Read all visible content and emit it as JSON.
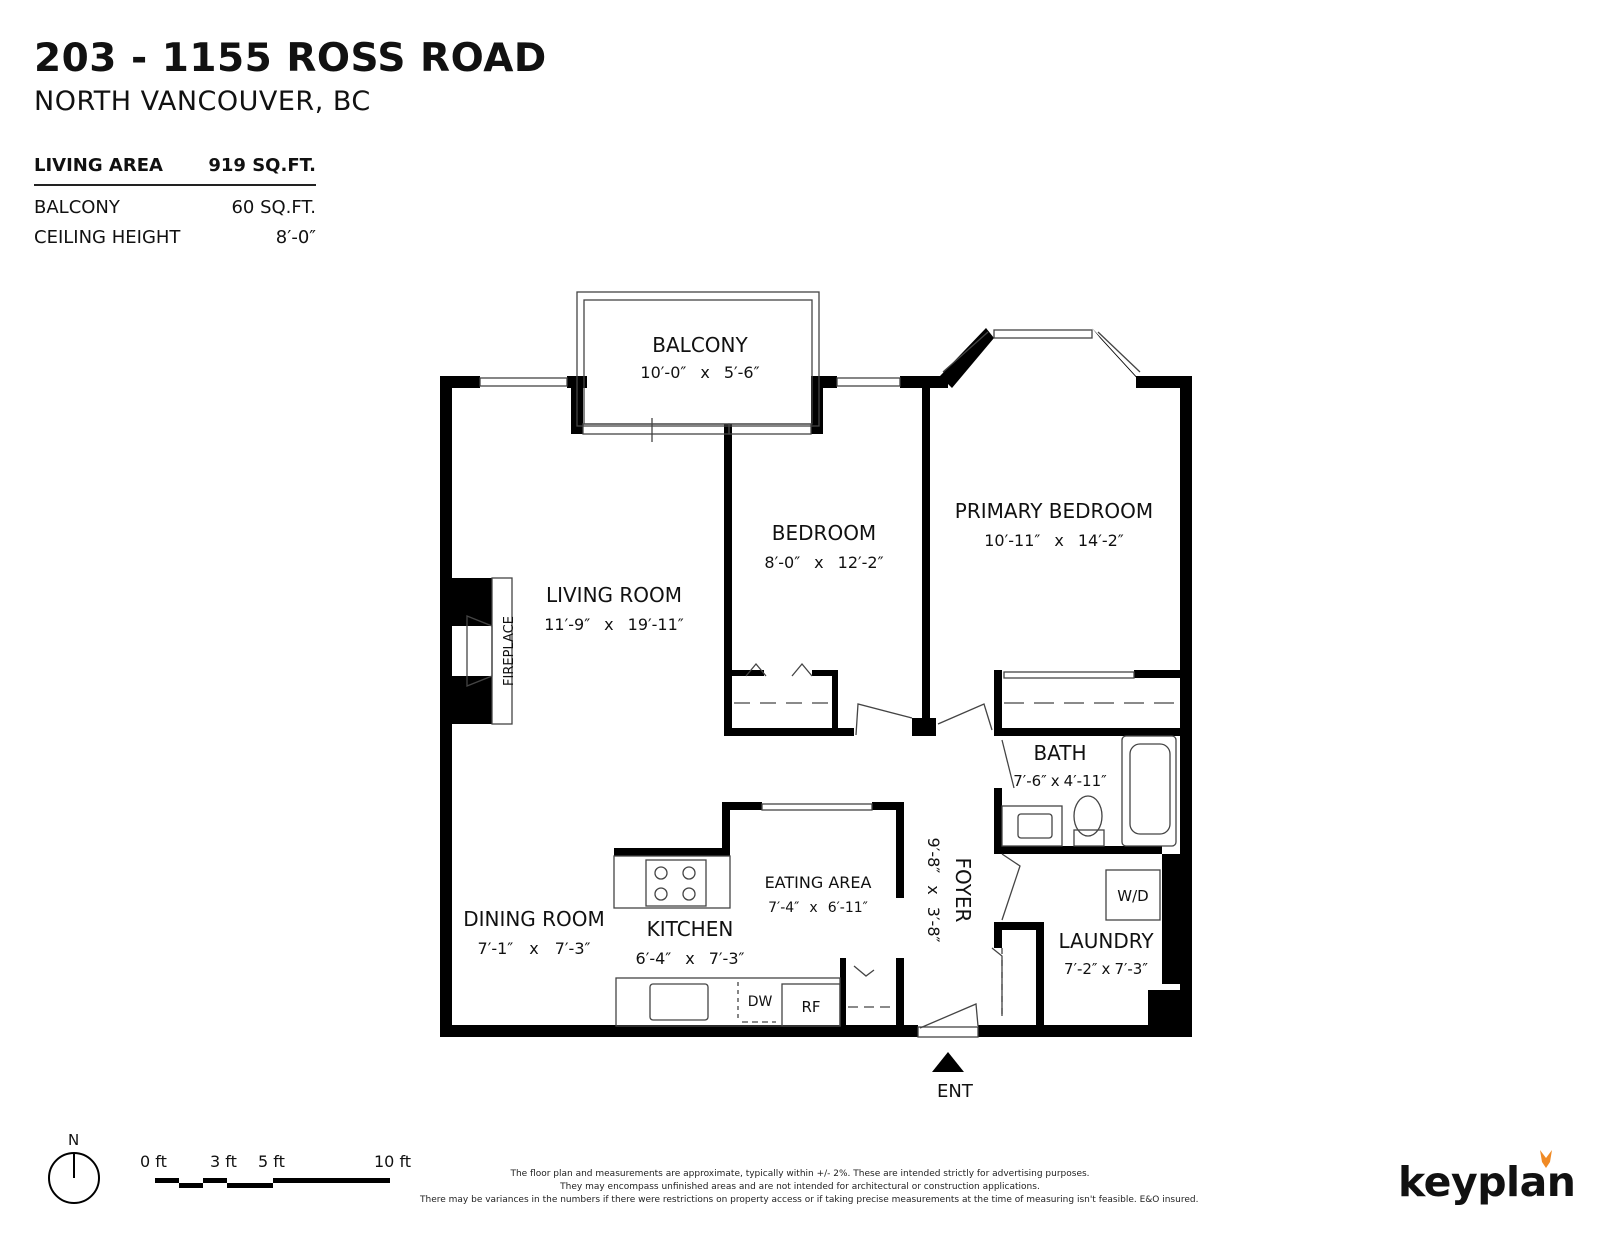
{
  "header": {
    "address": "203 - 1155 ROSS ROAD",
    "city": "NORTH VANCOUVER, BC"
  },
  "stats": [
    {
      "label": "LIVING AREA",
      "value": "919 SQ.FT."
    },
    {
      "label": "BALCONY",
      "value": "60 SQ.FT."
    },
    {
      "label": "CEILING HEIGHT",
      "value": "8′-0″"
    }
  ],
  "rooms": {
    "balcony": {
      "name": "BALCONY",
      "w": "10′-0″",
      "d": "5′-6″"
    },
    "bedroom": {
      "name": "BEDROOM",
      "w": "8′-0″",
      "d": "12′-2″"
    },
    "primary": {
      "name": "PRIMARY BEDROOM",
      "w": "10′-11″",
      "d": "14′-2″"
    },
    "living": {
      "name": "LIVING ROOM",
      "w": "11′-9″",
      "d": "19′-11″"
    },
    "bath": {
      "name": "BATH",
      "w": "7′-6″",
      "d": "4′-11″"
    },
    "eating": {
      "name": "EATING AREA",
      "w": "7′-4″",
      "d": "6′-11″"
    },
    "foyer": {
      "name": "FOYER",
      "w": "9′-8″",
      "d": "3′-8″"
    },
    "dining": {
      "name": "DINING ROOM",
      "w": "7′-1″",
      "d": "7′-3″"
    },
    "kitchen": {
      "name": "KITCHEN",
      "w": "6′-4″",
      "d": "7′-3″"
    },
    "laundry": {
      "name": "LAUNDRY",
      "w": "7′-2″",
      "d": "7′-3″"
    }
  },
  "dim_separator": "x",
  "fixtures": {
    "fireplace": "FIREPLACE",
    "washer_dryer": "W/D",
    "dishwasher": "DW",
    "fridge": "RF"
  },
  "entrance": "ENT",
  "north": "N",
  "scale": [
    "0 ft",
    "3 ft",
    "5 ft",
    "10 ft"
  ],
  "disclaimer": [
    "The floor plan and measurements are approximate, typically within +/- 2%. These are intended strictly for advertising purposes.",
    "They may encompass unfinished areas and are not intended for architectural or construction applications.",
    "There may be variances in the numbers if there were restrictions on property access or if taking precise measurements at the time of measuring isn't feasible. E&O insured."
  ],
  "brand": "keyplan",
  "colors": {
    "wall": "#000000",
    "brand_accent": "#f08a24"
  }
}
